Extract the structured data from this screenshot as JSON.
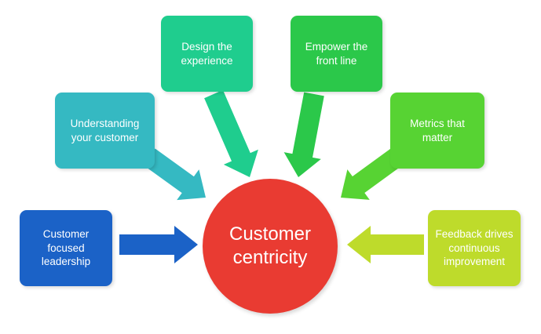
{
  "diagram": {
    "title": "Customer centricity",
    "center": {
      "label": "Customer centricity",
      "color": "#e93b32"
    },
    "nodes": [
      {
        "id": "customer-focused-leadership",
        "label": "Customer focused leadership",
        "color": "#1b62c7"
      },
      {
        "id": "understanding-your-customer",
        "label": "Understanding your customer",
        "color": "#35b9c2"
      },
      {
        "id": "design-the-experience",
        "label": "Design the experience",
        "color": "#1fcd8e"
      },
      {
        "id": "empower-the-front-line",
        "label": "Empower the front line",
        "color": "#2bc84a"
      },
      {
        "id": "metrics-that-matter",
        "label": "Metrics that matter",
        "color": "#57d333"
      },
      {
        "id": "feedback-drives-continuous-improvement",
        "label": "Feedback drives continuous improvement",
        "color": "#bedb2b"
      }
    ]
  }
}
